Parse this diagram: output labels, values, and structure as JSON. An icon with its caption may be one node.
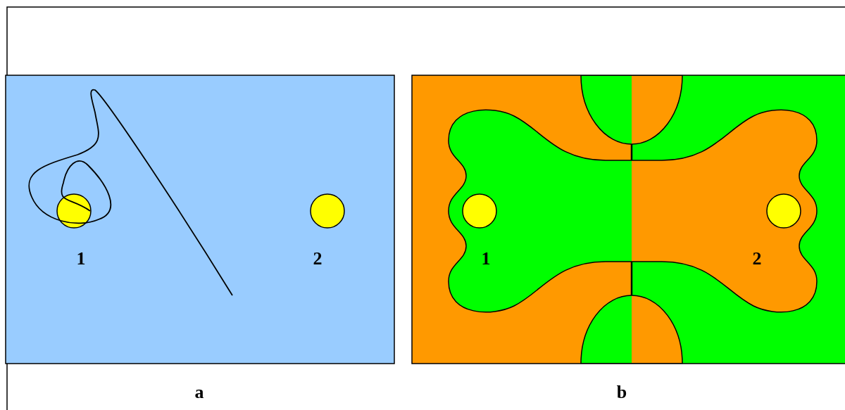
{
  "diagram": {
    "labels": [
      "1",
      "2",
      "1",
      "2",
      "a",
      "b"
    ]
  }
}
